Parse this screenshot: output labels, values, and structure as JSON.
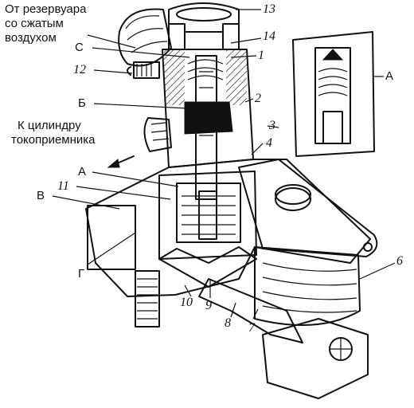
{
  "labels": {
    "source_air": [
      "От резервуара",
      "со сжатым",
      "воздухом"
    ],
    "to_cylinder": [
      "К цилиндру",
      "токоприемника"
    ],
    "letters": {
      "S": "С",
      "B": "Б",
      "A_left": "А",
      "A_right": "А",
      "V": "В",
      "G": "Г"
    },
    "numbers": {
      "n1": "1",
      "n2": "2",
      "n3": "3",
      "n4": "4",
      "n6": "6",
      "n7": "7",
      "n8": "8",
      "n9": "9",
      "n10": "10",
      "n11": "11",
      "n12": "12",
      "n13": "13",
      "n14": "14"
    }
  }
}
